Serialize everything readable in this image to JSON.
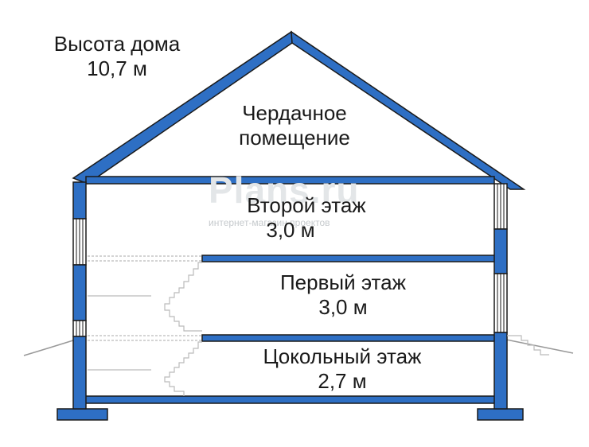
{
  "colors": {
    "structure": "#2e6fc4",
    "outline": "#1a1a1a",
    "stairs": "#bbbbbb",
    "watermark": "#e3e6e8"
  },
  "house_height": {
    "line1": "Высота дома",
    "line2": "10,7 м"
  },
  "floors": {
    "attic": {
      "line1": "Чердачное",
      "line2": "помещение"
    },
    "second": {
      "line1": "Второй этаж",
      "line2": "3,0 м"
    },
    "first": {
      "line1": "Первый этаж",
      "line2": "3,0 м"
    },
    "basement": {
      "line1": "Цокольный этаж",
      "line2": "2,7 м"
    }
  },
  "watermark": {
    "brand": "Plans.ru",
    "tagline": "интернет-магазин проектов"
  }
}
